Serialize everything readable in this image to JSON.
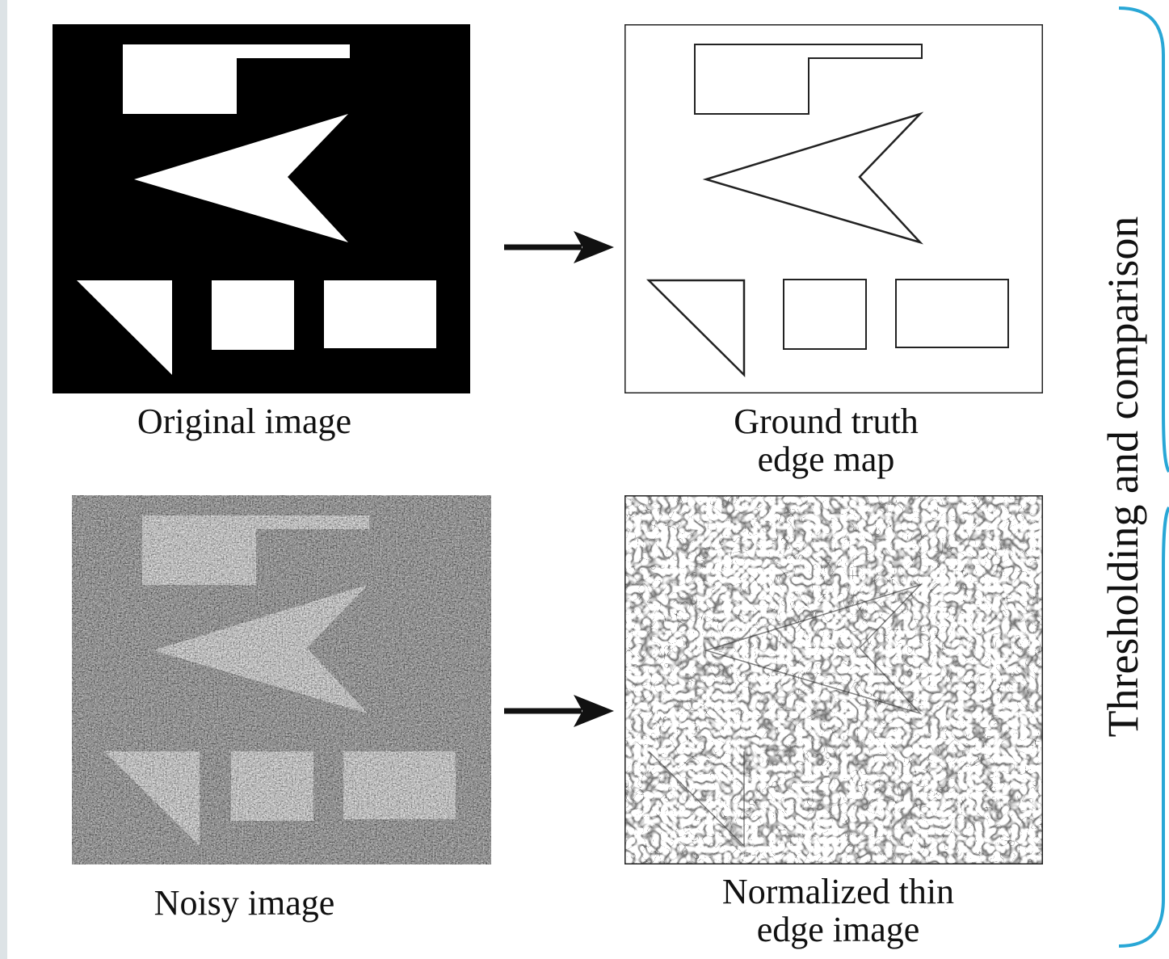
{
  "panels": {
    "original": {
      "caption": "Original image"
    },
    "ground_truth": {
      "caption_line1": "Ground truth",
      "caption_line2": "edge map"
    },
    "noisy": {
      "caption": "Noisy image"
    },
    "normalized": {
      "caption_line1": "Normalized thin",
      "caption_line2": "edge image"
    }
  },
  "side_label": "Thresholding and comparison",
  "colors": {
    "brace": "#29a7d6",
    "ink": "#111111",
    "left_bar": "#dde3e6"
  }
}
